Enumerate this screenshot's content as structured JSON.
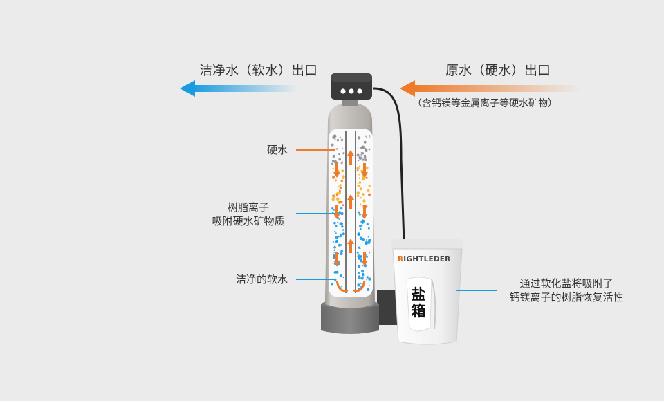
{
  "outlets": {
    "soft": "洁净水（软水）出口",
    "raw": "原水（硬水）出口",
    "raw_note": "（含钙镁等金属离子等硬水矿物）"
  },
  "labels": {
    "hard_water": "硬水",
    "resin_line1": "树脂离子",
    "resin_line2": "吸附硬水矿物质",
    "clean_soft": "洁净的软水",
    "salt_line1": "通过软化盐将吸附了",
    "salt_line2": "钙镁离子的树脂恢复活性"
  },
  "brine_tank": {
    "brand_initial": "R",
    "brand_rest": "IGHTLEDER",
    "salt_char1": "盐",
    "salt_char2": "箱"
  },
  "colors": {
    "soft_blue": "#1a9be0",
    "hard_orange": "#ee7a2a",
    "resin_yellow": "#f5b126",
    "background": "#ebebeb"
  }
}
